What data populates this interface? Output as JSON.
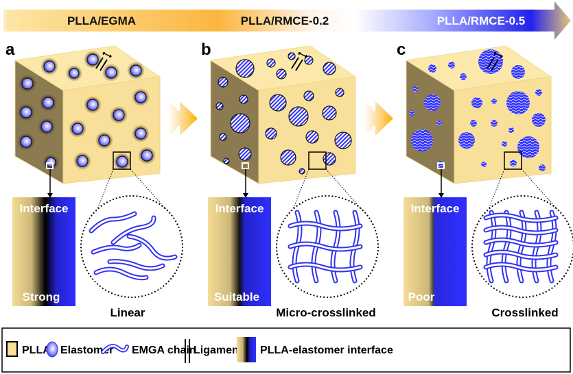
{
  "banner": {
    "labels": [
      "PLLA/EGMA",
      "PLLA/RMCE-0.2",
      "PLLA/RMCE-0.5"
    ]
  },
  "panels": [
    {
      "letter": "a",
      "interface_title": "Interface",
      "interface_strength": "Strong",
      "chain_label": "Linear"
    },
    {
      "letter": "b",
      "interface_title": "Interface",
      "interface_strength": "Suitable",
      "chain_label": "Micro-crosslinked"
    },
    {
      "letter": "c",
      "interface_title": "Interface",
      "interface_strength": "Poor",
      "chain_label": "Crosslinked"
    }
  ],
  "legend": {
    "items": [
      "PLLA",
      "Elastomer",
      "EMGA chain",
      "Ligament",
      "PLLA-elastomer interface"
    ]
  },
  "colors": {
    "plla": "#f9e09a",
    "elastomer": "#3333ff",
    "banner_orange": "#fbb640",
    "banner_blue": "#2222ee"
  }
}
